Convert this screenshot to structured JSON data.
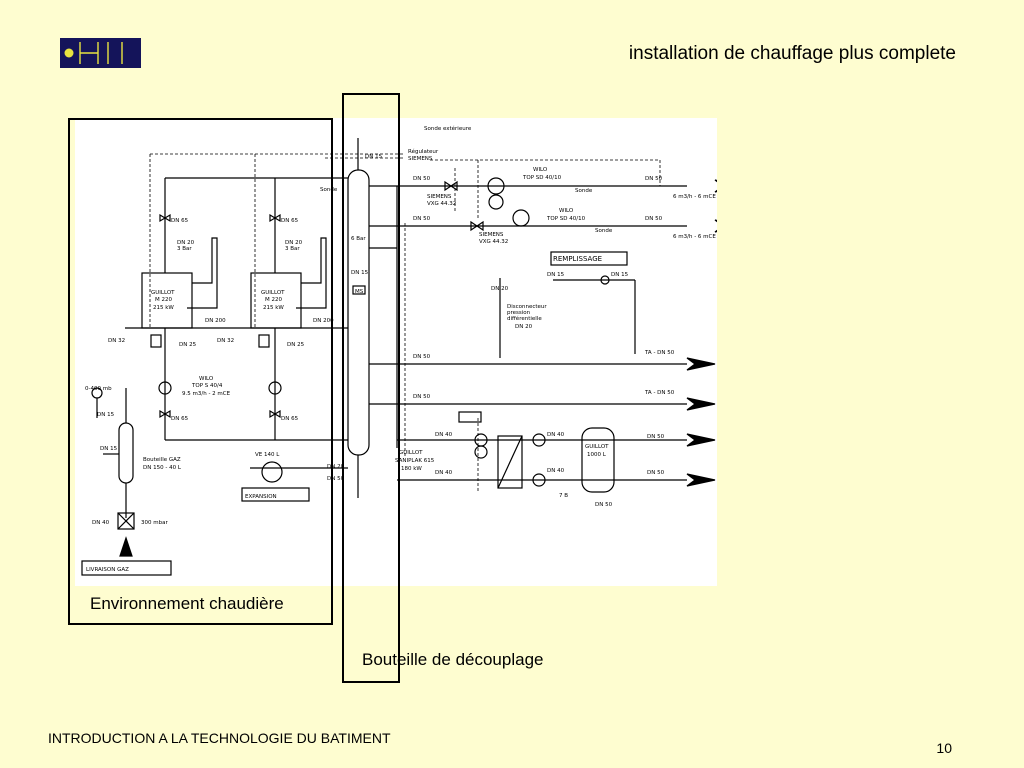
{
  "slide": {
    "title": "installation de chauffage plus complete",
    "footer": "INTRODUCTION A LA TECHNOLOGIE DU BATIMENT",
    "page_number": "10",
    "background_color": "#fefdd0",
    "logo_color": "#14145a"
  },
  "captions": {
    "boiler_environment": "Environnement chaudière",
    "decoupling_bottle": "Bouteille de découplage"
  },
  "diagram": {
    "labels": {
      "sonde_ext": "Sonde extérieure",
      "regulateur": "Régulateur",
      "siemens": "SIEMENS",
      "dn15_top": "DN 15",
      "sonde_left": "Sonde",
      "dn65_a": "DN 65",
      "dn65_b": "DN 65",
      "dn20_a": "DN 20",
      "bar3_a": "3 Bar",
      "dn20_b": "DN 20",
      "bar3_b": "3 Bar",
      "guillot_a": "GUILLOT",
      "m220_a": "M 220",
      "kw215_a": "215 kW",
      "guillot_b": "GUILLOT",
      "m220_b": "M 220",
      "kw215_b": "215 kW",
      "dn200_a": "DN 200",
      "dn200_b": "DN 200",
      "dn32_a": "DN 32",
      "dn25_a": "DN 25",
      "dn32_b": "DN 32",
      "dn25_b": "DN 25",
      "wilo_top": "WILO",
      "top_s": "TOP S 40/4",
      "top_s_rating": "9.5 m3/h - 2 mCE",
      "gauge_range": "0-400 mb",
      "dn15_gas": "DN 15",
      "dn65_c": "DN 65",
      "dn65_d": "DN 65",
      "dn15_gas_b": "DN 15",
      "bouteille_gaz": "Bouteille GAZ",
      "bouteille_gaz_dn": "DN 150 - 40 L",
      "dn40_gas": "DN 40",
      "gas_pressure": "300 mbar",
      "livraison_gaz": "LIVRAISON GAZ",
      "ve140": "VE 140 L",
      "expansion": "EXPANSION",
      "bar6": "6 Bar",
      "dn15_mid": "DN 15",
      "ms": "MS",
      "dn20_low": "DN 20",
      "dn50_low": "DN 50",
      "dn50_a": "DN 50",
      "wilo_a": "WILO",
      "wilo_a_model": "TOP SD 40/10",
      "sonde_r1": "Sonde",
      "dn50_r1": "DN 50",
      "out_r1": "6 m3/h - 6 mCE",
      "siemens_a": "SIEMENS",
      "vxg_a": "VXG 44.32",
      "dn50_b": "DN 50",
      "wilo_b": "WILO",
      "wilo_b_model": "TOP SD 40/10",
      "sonde_r2": "Sonde",
      "dn50_r2": "DN 50",
      "out_r2": "6 m3/h - 6 mCE",
      "siemens_b": "SIEMENS",
      "vxg_b": "VXG 44.32",
      "remplissage": "REMPLISSAGE",
      "dn15_fill_a": "DN 15",
      "dn15_fill_b": "DN 15",
      "dn20_disc": "DN 20",
      "disc_1": "Disconnecteur",
      "disc_2": "pression",
      "disc_3": "différentielle",
      "dn20_disc_b": "DN 20",
      "dn50_ret1": "DN 50",
      "ta_dn50_a": "TA - DN 50",
      "dn50_ret2": "DN 50",
      "ta_dn50_b": "TA - DN 50",
      "dn40_a": "DN 40",
      "dn40_b": "DN 40",
      "guillot_hx": "GUILLOT",
      "saniplak": "SANIPLAK 615",
      "kw180": "180 kW",
      "dn40_c": "DN 40",
      "dn40_d": "DN 40",
      "guillot_tank": "GUILLOT",
      "tank_volume": "1000 L",
      "dn50_e": "DN 50",
      "dn50_f": "DN 50",
      "bar7": "7 B",
      "dn50_g": "DN 50"
    }
  }
}
